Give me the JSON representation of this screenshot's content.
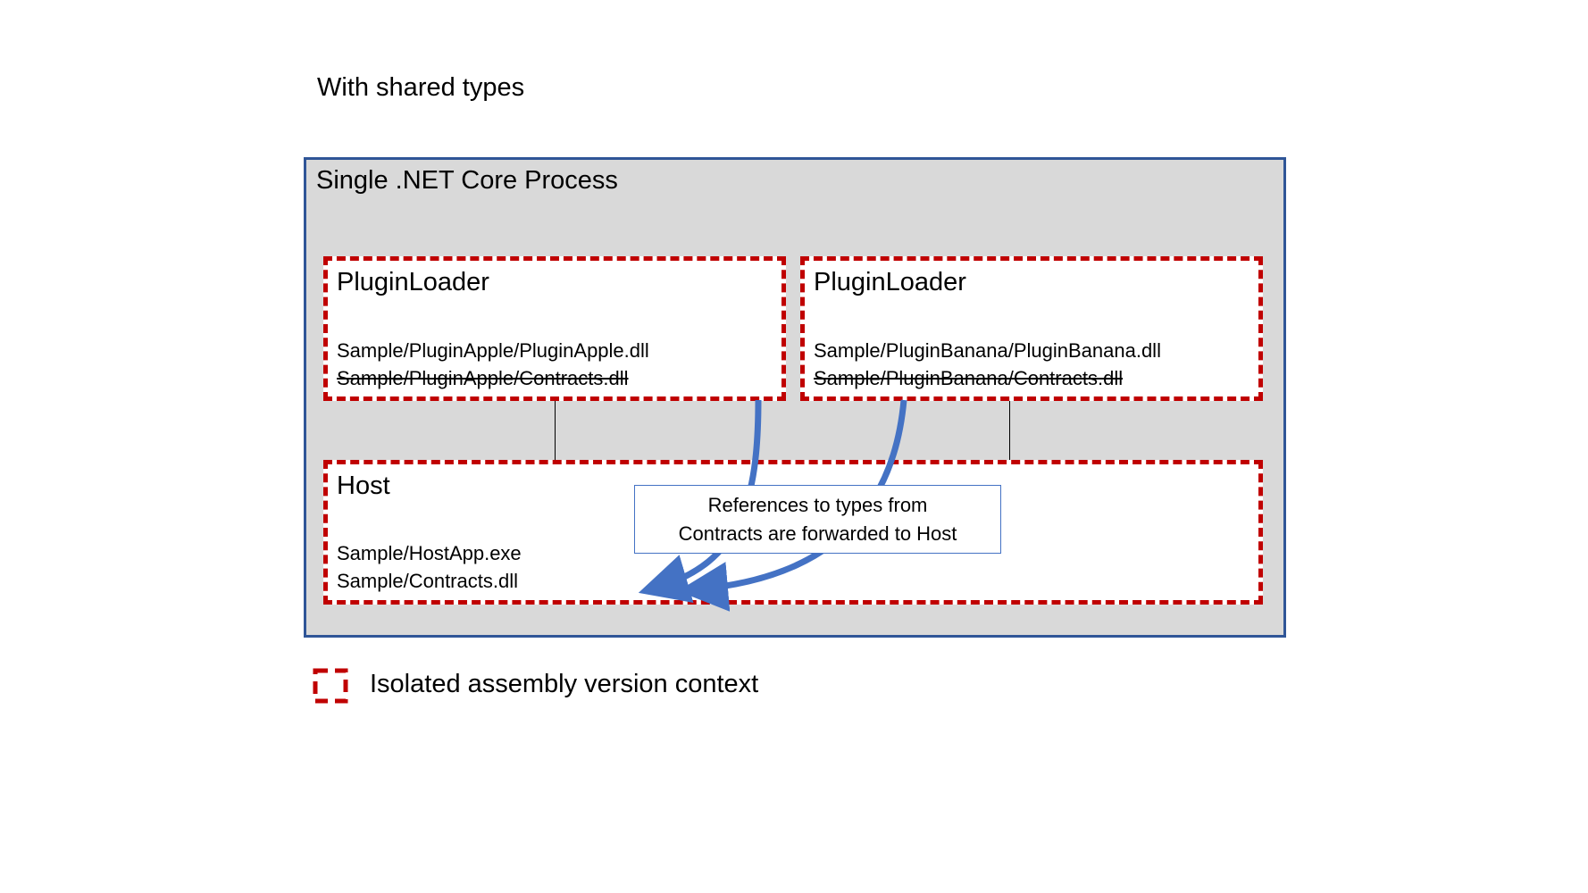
{
  "title": "With shared types",
  "process": {
    "label": "Single .NET Core Process"
  },
  "plugin_loaders": [
    {
      "title": "PluginLoader",
      "dll": "Sample/PluginApple/PluginApple.dll",
      "contracts_struck": "Sample/PluginApple/Contracts.dll"
    },
    {
      "title": "PluginLoader",
      "dll": "Sample/PluginBanana/PluginBanana.dll",
      "contracts_struck": "Sample/PluginBanana/Contracts.dll"
    }
  ],
  "host": {
    "title": "Host",
    "exe": "Sample/HostApp.exe",
    "contracts": "Sample/Contracts.dll"
  },
  "callout": {
    "line1": "References to types from",
    "line2": "Contracts are forwarded to Host"
  },
  "legend": {
    "label": "Isolated assembly version context"
  },
  "colors": {
    "context_border": "#c00000",
    "process_border": "#2f5597",
    "process_fill": "#d9d9d9",
    "arrow": "#4472c4"
  }
}
